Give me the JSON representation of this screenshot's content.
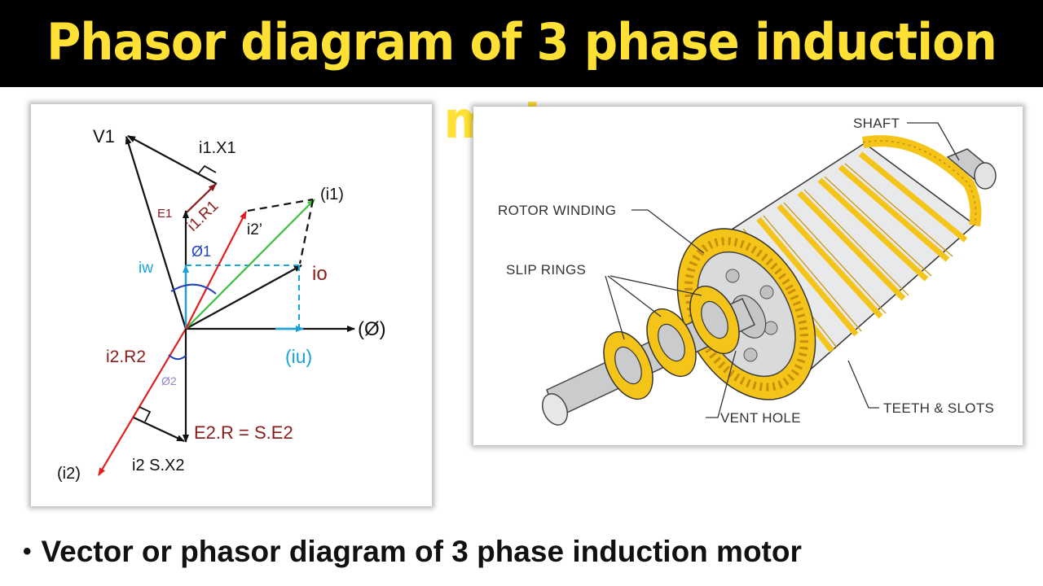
{
  "header": {
    "title": "Phasor diagram of 3 phase induction motor",
    "title_color": "#ffe135",
    "background": "#000000"
  },
  "phasor_diagram": {
    "labels": {
      "v1": "V1",
      "i1x1": "i1.X1",
      "e1": "E1",
      "i1r1": "i1.R1",
      "i1": "(i1)",
      "i2prime": "i2’",
      "phi1": "Ø1",
      "iw": "iw",
      "io": "io",
      "phi": "(Ø)",
      "iu": "(iu)",
      "i2r2": "i2.R2",
      "phi2": "Ø2",
      "e2r": "E2.R = S.E2",
      "i2sx2": "i2 S.X2",
      "i2": "(i2)"
    },
    "colors": {
      "black": "#111111",
      "red": "#e31d1d",
      "dark_red": "#8b1a1a",
      "green": "#3fbf3f",
      "cyan": "#1aa3d9",
      "blue": "#1f3fbf",
      "lavender": "#8f84c9"
    }
  },
  "rotor_figure": {
    "labels": {
      "shaft": "SHAFT",
      "rotor_winding": "ROTOR WINDING",
      "slip_rings": "SLIP RINGS",
      "vent_hole": "VENT HOLE",
      "teeth_slots": "TEETH & SLOTS"
    },
    "colors": {
      "gold": "#f4c518",
      "gold_dark": "#c98f0a",
      "steel": "#d4d6d8",
      "steel_dark": "#8e9194"
    }
  },
  "footer": {
    "bullet": "•",
    "text": "Vector or phasor diagram of 3 phase induction motor"
  }
}
